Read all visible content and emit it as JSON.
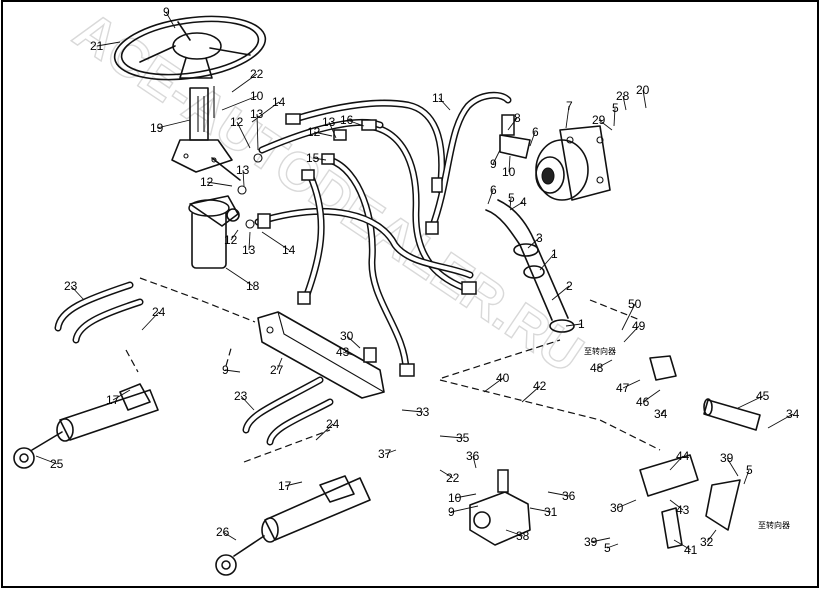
{
  "watermark": "ACE-AUTODEALER.RU",
  "callouts": [
    {
      "id": "c-9a",
      "text": "9"
    },
    {
      "id": "c-21",
      "text": "21"
    },
    {
      "id": "c-22",
      "text": "22"
    },
    {
      "id": "c-10a",
      "text": "10"
    },
    {
      "id": "c-14a",
      "text": "14"
    },
    {
      "id": "c-19",
      "text": "19"
    },
    {
      "id": "c-12a",
      "text": "12"
    },
    {
      "id": "c-13a",
      "text": "13"
    },
    {
      "id": "c-12b",
      "text": "12"
    },
    {
      "id": "c-13b",
      "text": "13"
    },
    {
      "id": "c-16",
      "text": "16"
    },
    {
      "id": "c-15",
      "text": "15"
    },
    {
      "id": "c-12c",
      "text": "12"
    },
    {
      "id": "c-13c",
      "text": "13"
    },
    {
      "id": "c-12d",
      "text": "12"
    },
    {
      "id": "c-13d",
      "text": "13"
    },
    {
      "id": "c-14b",
      "text": "14"
    },
    {
      "id": "c-18",
      "text": "18"
    },
    {
      "id": "c-11",
      "text": "11"
    },
    {
      "id": "c-8",
      "text": "8"
    },
    {
      "id": "c-7",
      "text": "7"
    },
    {
      "id": "c-5a",
      "text": "5"
    },
    {
      "id": "c-28",
      "text": "28"
    },
    {
      "id": "c-20",
      "text": "20"
    },
    {
      "id": "c-29",
      "text": "29"
    },
    {
      "id": "c-6a",
      "text": "6"
    },
    {
      "id": "c-9b",
      "text": "9"
    },
    {
      "id": "c-10b",
      "text": "10"
    },
    {
      "id": "c-6b",
      "text": "6"
    },
    {
      "id": "c-5b",
      "text": "5"
    },
    {
      "id": "c-4",
      "text": "4"
    },
    {
      "id": "c-3",
      "text": "3"
    },
    {
      "id": "c-1a",
      "text": "1"
    },
    {
      "id": "c-2",
      "text": "2"
    },
    {
      "id": "c-1b",
      "text": "1"
    },
    {
      "id": "c-23a",
      "text": "23"
    },
    {
      "id": "c-24a",
      "text": "24"
    },
    {
      "id": "c-9c",
      "text": "9"
    },
    {
      "id": "c-27",
      "text": "27"
    },
    {
      "id": "c-30a",
      "text": "30"
    },
    {
      "id": "c-43a",
      "text": "43"
    },
    {
      "id": "c-17a",
      "text": "17"
    },
    {
      "id": "c-25",
      "text": "25"
    },
    {
      "id": "c-23b",
      "text": "23"
    },
    {
      "id": "c-24b",
      "text": "24"
    },
    {
      "id": "c-17b",
      "text": "17"
    },
    {
      "id": "c-26",
      "text": "26"
    },
    {
      "id": "c-40",
      "text": "40"
    },
    {
      "id": "c-42",
      "text": "42"
    },
    {
      "id": "c-33",
      "text": "33"
    },
    {
      "id": "c-35",
      "text": "35"
    },
    {
      "id": "c-37",
      "text": "37"
    },
    {
      "id": "c-22b",
      "text": "22"
    },
    {
      "id": "c-36a",
      "text": "36"
    },
    {
      "id": "c-10c",
      "text": "10"
    },
    {
      "id": "c-9d",
      "text": "9"
    },
    {
      "id": "c-36b",
      "text": "36"
    },
    {
      "id": "c-31",
      "text": "31"
    },
    {
      "id": "c-38",
      "text": "38"
    },
    {
      "id": "c-50",
      "text": "50"
    },
    {
      "id": "c-49",
      "text": "49"
    },
    {
      "id": "c-48",
      "text": "48"
    },
    {
      "id": "c-47",
      "text": "47"
    },
    {
      "id": "c-46",
      "text": "46"
    },
    {
      "id": "c-34a",
      "text": "34"
    },
    {
      "id": "c-45",
      "text": "45"
    },
    {
      "id": "c-34b",
      "text": "34"
    },
    {
      "id": "c-44",
      "text": "44"
    },
    {
      "id": "c-39a",
      "text": "39"
    },
    {
      "id": "c-5c",
      "text": "5"
    },
    {
      "id": "c-30b",
      "text": "30"
    },
    {
      "id": "c-43b",
      "text": "43"
    },
    {
      "id": "c-32",
      "text": "32"
    },
    {
      "id": "c-41",
      "text": "41"
    },
    {
      "id": "c-39b",
      "text": "39"
    },
    {
      "id": "c-5d",
      "text": "5"
    }
  ],
  "notes": [
    {
      "id": "n-1",
      "text": "至转向器"
    },
    {
      "id": "n-2",
      "text": "至转向器"
    }
  ]
}
